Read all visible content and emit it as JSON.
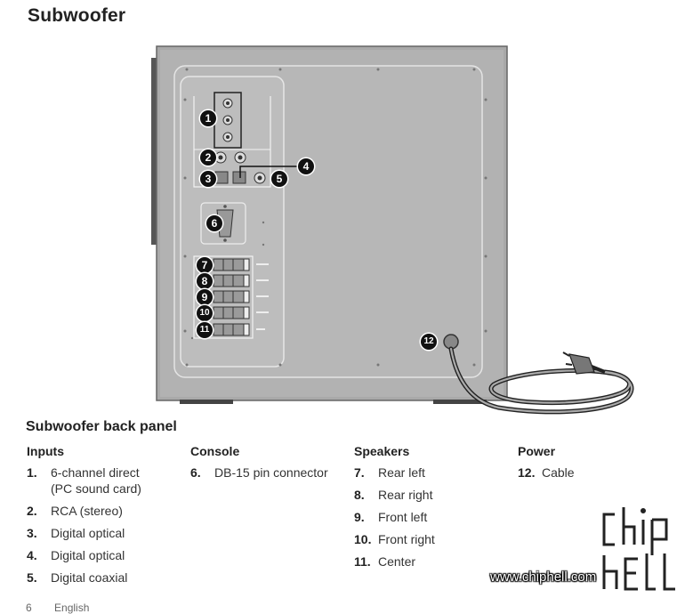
{
  "title": "Subwoofer",
  "figure": {
    "callouts": [
      "1",
      "2",
      "3",
      "4",
      "5",
      "6",
      "7",
      "8",
      "9",
      "10",
      "11",
      "12"
    ]
  },
  "section_title": "Subwoofer back panel",
  "columns": [
    {
      "heading": "Inputs",
      "items": [
        {
          "num": "1.",
          "text": "6-channel direct",
          "text2": "(PC sound card)"
        },
        {
          "num": "2.",
          "text": "RCA (stereo)"
        },
        {
          "num": "3.",
          "text": "Digital optical"
        },
        {
          "num": "4.",
          "text": "Digital optical"
        },
        {
          "num": "5.",
          "text": "Digital coaxial"
        }
      ]
    },
    {
      "heading": "Console",
      "items": [
        {
          "num": "6.",
          "text": "DB-15 pin connector"
        }
      ]
    },
    {
      "heading": "Speakers",
      "items": [
        {
          "num": "7.",
          "text": "Rear left"
        },
        {
          "num": "8.",
          "text": "Rear right"
        },
        {
          "num": "9.",
          "text": "Front left"
        },
        {
          "num": "10.",
          "text": "Front right"
        },
        {
          "num": "11.",
          "text": "Center"
        }
      ]
    },
    {
      "heading": "Power",
      "items": [
        {
          "num": "12.",
          "text": "Cable"
        }
      ]
    }
  ],
  "footer": {
    "page": "6",
    "language": "English"
  },
  "watermark": {
    "url": "www.chiphell.com",
    "logo_text": "chip hell"
  }
}
